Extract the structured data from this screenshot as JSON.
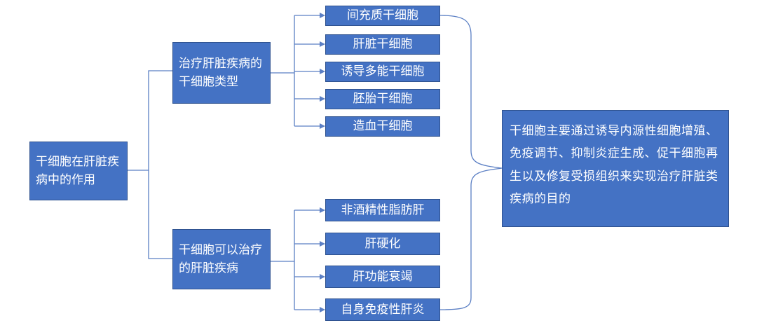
{
  "root": {
    "label": "干细胞在肝脏疾病中的作用"
  },
  "branches": [
    {
      "label": "治疗肝脏疾病的干细胞类型",
      "children": [
        "间充质干细胞",
        "肝脏干细胞",
        "诱导多能干细胞",
        "胚胎干细胞",
        "造血干细胞"
      ]
    },
    {
      "label": "干细胞可以治疗的肝脏疾病",
      "children": [
        "非酒精性脂肪肝",
        "肝硬化",
        "肝功能衰竭",
        "自身免疫性肝炎"
      ]
    }
  ],
  "conclusion": {
    "label": "干细胞主要通过诱导内源性细胞增殖、免疫调节、抑制炎症生成、促干细胞再生以及修复受损组织来实现治疗肝脏类疾病的目的"
  },
  "colors": {
    "box_fill": "#4472c4",
    "box_border": "#2f528f",
    "connector": "#5b7fc4",
    "text": "#ffffff"
  }
}
